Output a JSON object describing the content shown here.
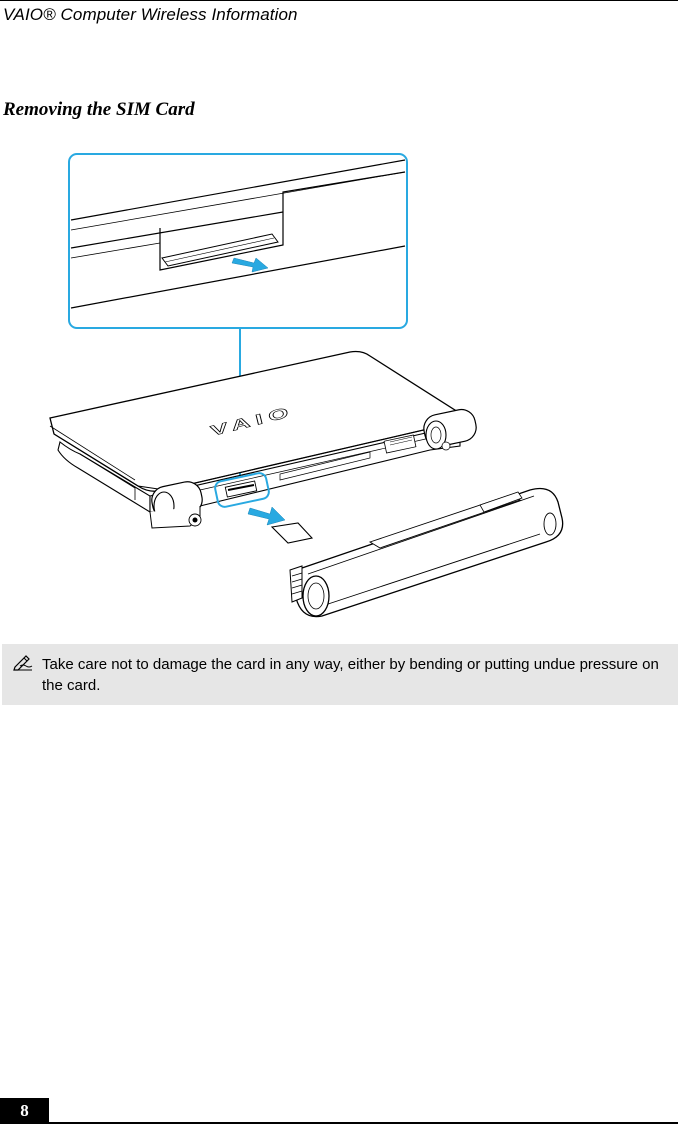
{
  "header": {
    "running_head": "VAIO® Computer Wireless Information"
  },
  "section": {
    "title": "Removing the SIM Card"
  },
  "figure": {
    "logo_text": "VAIO",
    "accent_color": "#29a9e1"
  },
  "note": {
    "icon": "pencil-note-icon",
    "text": "Take care not to damage the card in any way, either by bending or putting undue pressure on the card."
  },
  "footer": {
    "page_number": "8"
  }
}
